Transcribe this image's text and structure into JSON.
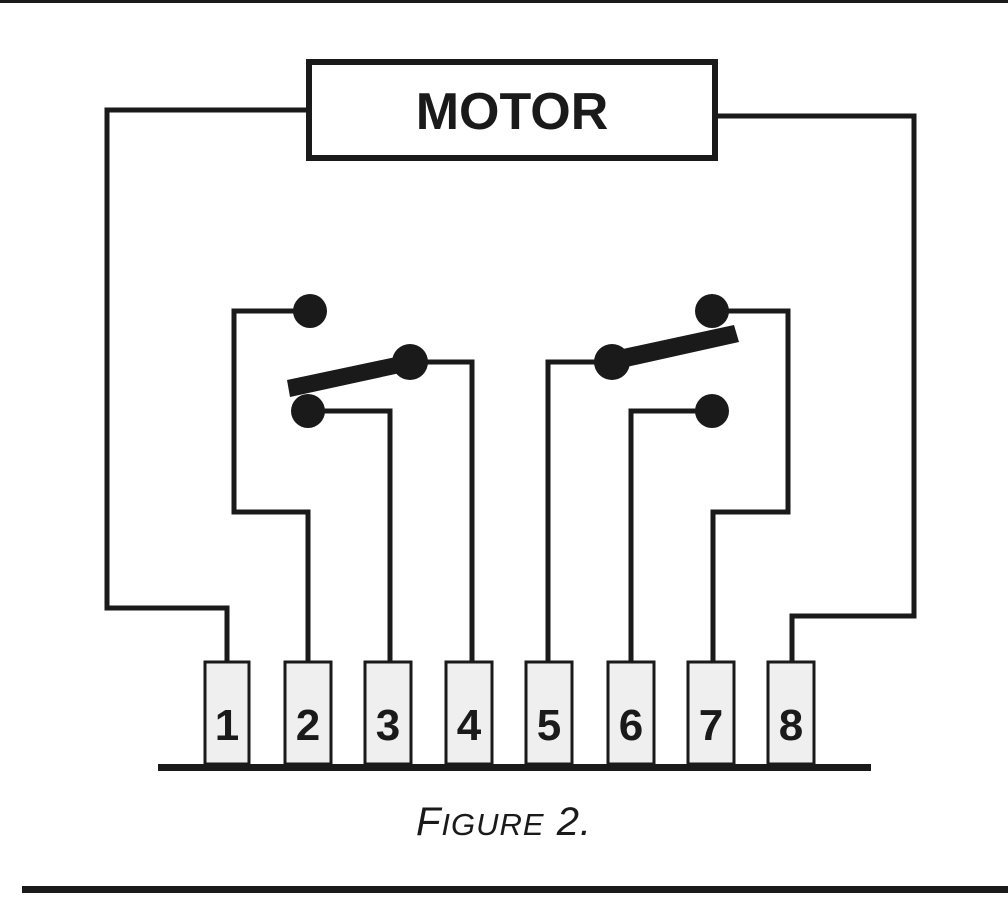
{
  "diagram": {
    "motor_label": "MOTOR",
    "terminals": [
      "1",
      "2",
      "3",
      "4",
      "5",
      "6",
      "7",
      "8"
    ],
    "caption": {
      "first_letter": "F",
      "rest": "IGURE",
      "number": "2."
    }
  }
}
